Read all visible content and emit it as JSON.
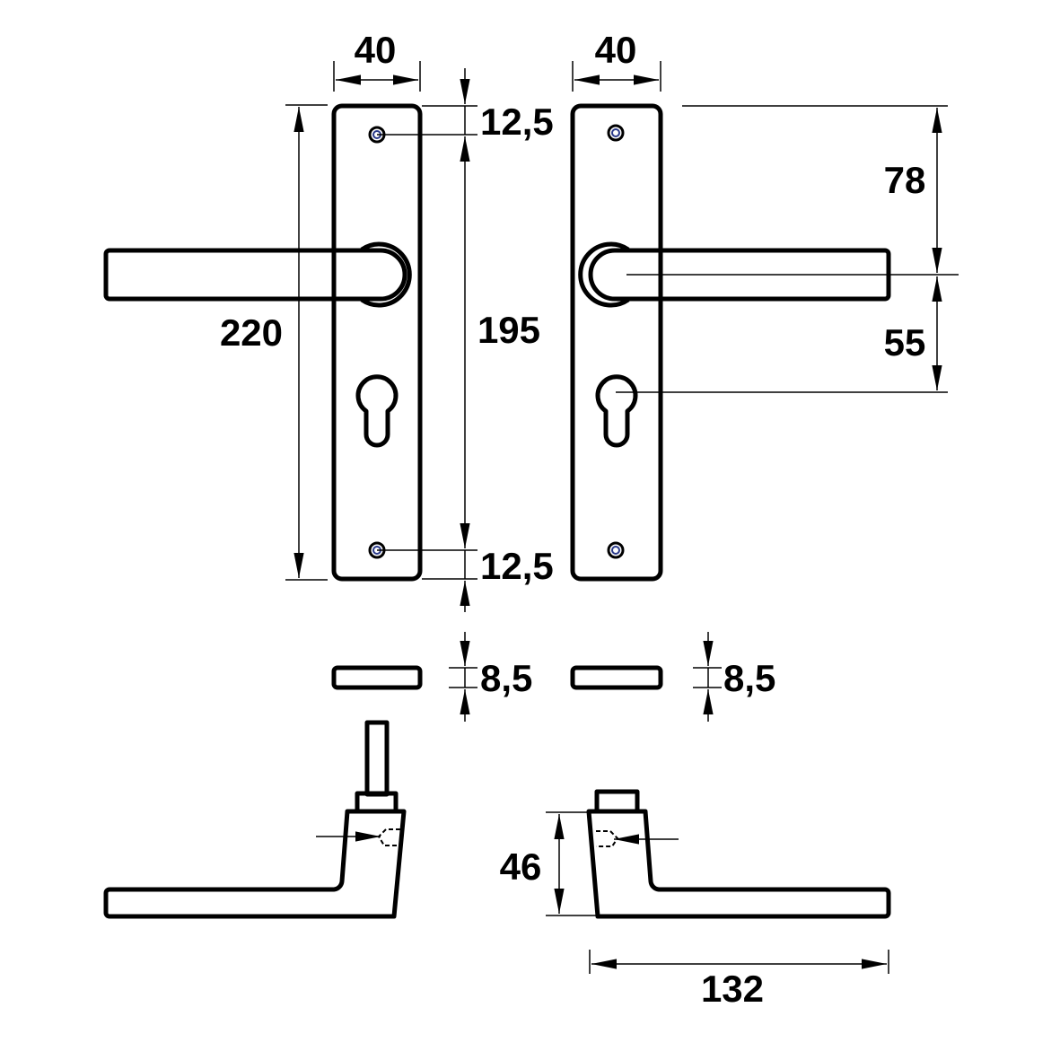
{
  "dimensions": {
    "left_plate_width": "40",
    "right_plate_width": "40",
    "top_screw_offset": "12,5",
    "screw_spacing": "195",
    "bottom_screw_offset": "12,5",
    "plate_height": "220",
    "handle_height": "78",
    "handle_to_cylinder": "55",
    "left_plate_thickness": "8,5",
    "right_plate_thickness": "8,5",
    "rose_height": "46",
    "handle_length": "132"
  },
  "colors": {
    "line": "#000000",
    "screw_accent": "#2a3a8a",
    "background": "#ffffff"
  }
}
